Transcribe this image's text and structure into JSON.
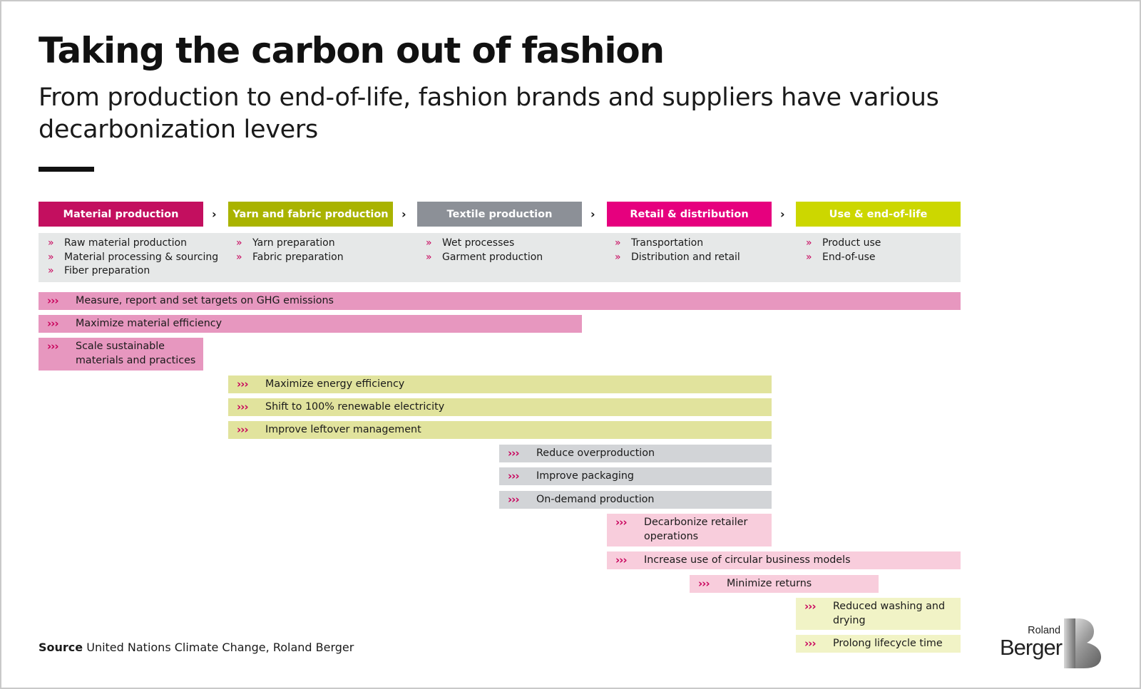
{
  "title": "Taking the carbon out of fashion",
  "subtitle": "From production to end-of-life, fashion brands and suppliers have various decarbonization levers",
  "stages": [
    {
      "label": "Material production",
      "color": "#c30f5f",
      "steps": [
        "Raw material production",
        "Material processing & sourcing",
        "Fiber preparation"
      ]
    },
    {
      "label": "Yarn and fabric production",
      "color": "#a9b300",
      "steps": [
        "Yarn preparation",
        "Fabric preparation"
      ]
    },
    {
      "label": "Textile production",
      "color": "#8c9097",
      "steps": [
        "Wet processes",
        "Garment production"
      ]
    },
    {
      "label": "Retail & distribution",
      "color": "#e6007e",
      "steps": [
        "Transportation",
        "Distribution and retail"
      ]
    },
    {
      "label": "Use & end-of-life",
      "color": "#ccd700",
      "steps": [
        "Product use",
        "End-of-use"
      ]
    }
  ],
  "step_bullet": "»",
  "stage_arrow": "›",
  "lever_chevrons": "›››",
  "levers": [
    {
      "text": "Measure, report and set targets on GHG emissions",
      "color": "#e797bf"
    },
    {
      "text": "Maximize material efficiency",
      "color": "#e797bf"
    },
    {
      "text": "Scale sustainable materials and practices",
      "color": "#e797bf"
    },
    {
      "text": "Maximize energy efficiency",
      "color": "#e1e39d"
    },
    {
      "text": "Shift to 100% renewable electricity",
      "color": "#e1e39d"
    },
    {
      "text": "Improve leftover management",
      "color": "#e1e39d"
    },
    {
      "text": "Reduce overproduction",
      "color": "#d2d4d7"
    },
    {
      "text": "Improve packaging",
      "color": "#d2d4d7"
    },
    {
      "text": "On-demand production",
      "color": "#d2d4d7"
    },
    {
      "text": "Decarbonize retailer operations",
      "color": "#f8cddc"
    },
    {
      "text": "Increase use of circular business models",
      "color": "#f8cddc"
    },
    {
      "text": "Minimize returns",
      "color": "#f8cddc"
    },
    {
      "text": "Reduced washing and drying",
      "color": "#f1f3c6"
    },
    {
      "text": "Prolong lifecycle time",
      "color": "#f1f3c6"
    }
  ],
  "source": {
    "label": "Source",
    "text": "United Nations Climate Change, Roland Berger"
  },
  "logo": {
    "line1": "Roland",
    "line2": "Berger"
  }
}
